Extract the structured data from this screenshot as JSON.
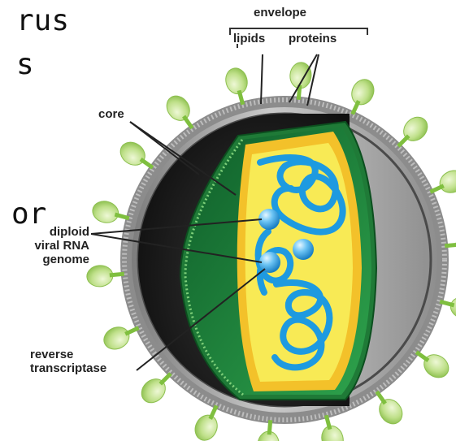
{
  "slide_fragments": {
    "line1": "rus",
    "line2": "s",
    "line3": "or"
  },
  "labels": {
    "envelope": "envelope",
    "lipids": "lipids",
    "proteins": "proteins",
    "core": "core",
    "diploid_line1": "diploid",
    "diploid_line2": "viral RNA",
    "diploid_line3": "genome",
    "rt_line1": "reverse",
    "rt_line2": "transcriptase"
  },
  "colors": {
    "spike_green": "#bfe08a",
    "membrane_gray": "#9a9a9a",
    "capsid_yellow": "#f6e64a",
    "rna_blue": "#1e9ae0",
    "core_green": "#1e8a3a"
  }
}
